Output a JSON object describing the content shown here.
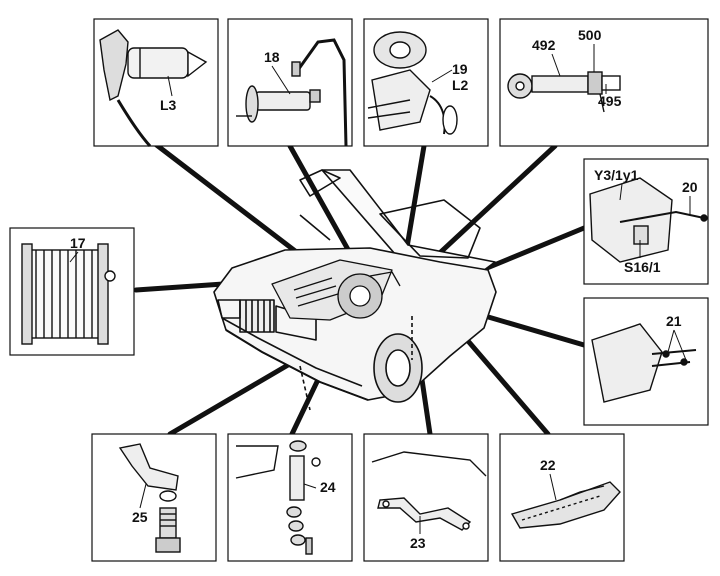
{
  "callouts": [
    {
      "id": "p1",
      "label": "L3"
    },
    {
      "id": "p2",
      "label": "18"
    },
    {
      "id": "p3",
      "label": "19"
    },
    {
      "id": "p3b",
      "label": "L2"
    },
    {
      "id": "p4a",
      "label": "492"
    },
    {
      "id": "p4b",
      "label": "500"
    },
    {
      "id": "p4c",
      "label": "495"
    },
    {
      "id": "p5a",
      "label": "Y3/1y1"
    },
    {
      "id": "p5b",
      "label": "20"
    },
    {
      "id": "p5c",
      "label": "S16/1"
    },
    {
      "id": "p6",
      "label": "17"
    },
    {
      "id": "p7",
      "label": "21"
    },
    {
      "id": "p8",
      "label": "25"
    },
    {
      "id": "p9",
      "label": "24"
    },
    {
      "id": "p10",
      "label": "23"
    },
    {
      "id": "p11",
      "label": "22"
    }
  ]
}
